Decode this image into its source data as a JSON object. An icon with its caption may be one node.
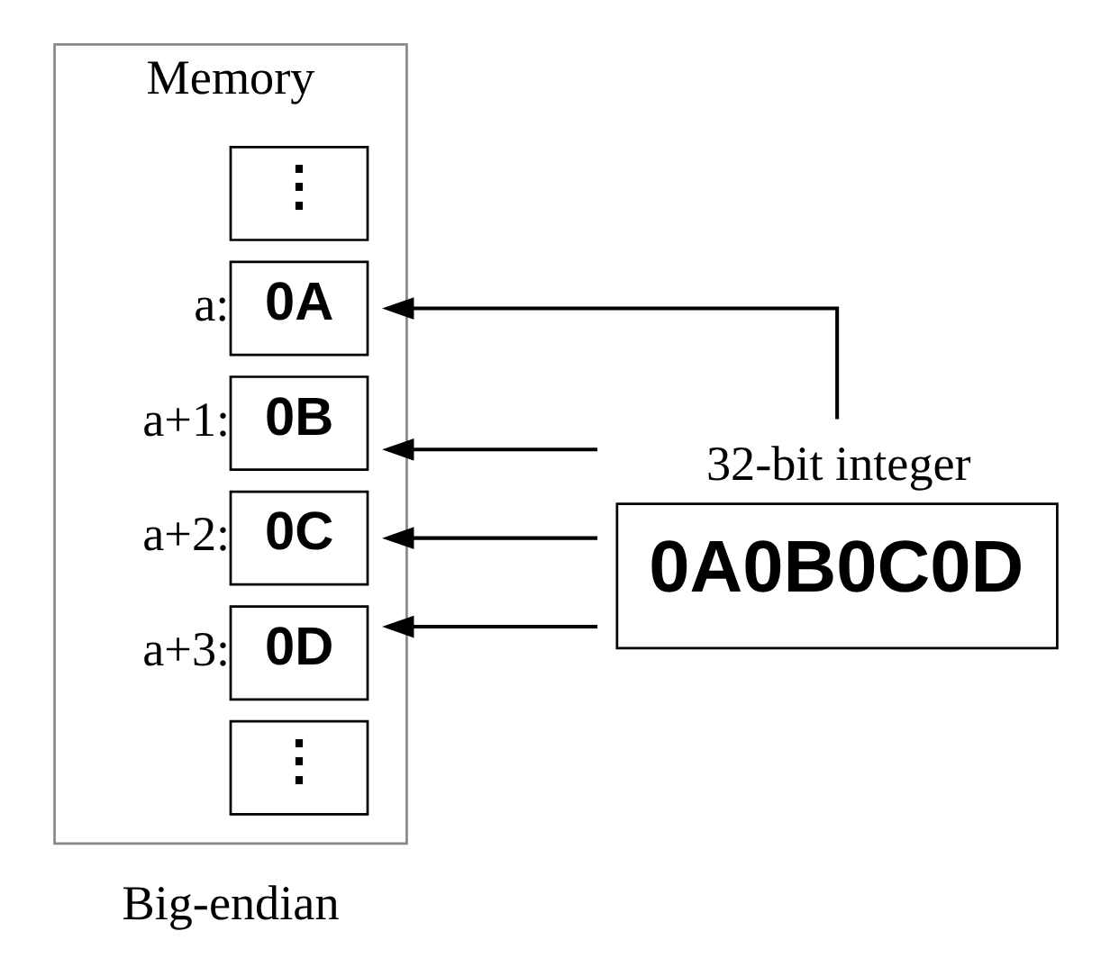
{
  "diagram": {
    "nodes": [
      {
        "text": [
          "0A0B0C0D"
        ],
        "beside": [
          "32-bit integer"
        ]
      },
      {
        "text": [
          "Memory"
        ]
      },
      {
        "text": [
          "⋮"
        ],
        "in": 1
      },
      {
        "text": [
          "0A"
        ],
        "in": 1,
        "beside": [
          "a:"
        ]
      },
      {
        "text": [
          "0B"
        ],
        "in": 1,
        "beside": [
          "a+1:"
        ]
      },
      {
        "text": [
          "0C"
        ],
        "in": 1,
        "beside": [
          "a+2:"
        ]
      },
      {
        "text": [
          "0D"
        ],
        "in": 1,
        "beside": [
          "a+3:"
        ]
      },
      {
        "text": [
          "⋮"
        ],
        "in": 1
      }
    ],
    "edges": [
      {
        "from": 0,
        "to": 3,
        "arrow": "to"
      },
      {
        "from": 0,
        "to": 4,
        "arrow": "to"
      },
      {
        "from": 0,
        "to": 5,
        "arrow": "to"
      },
      {
        "from": 0,
        "to": 6,
        "arrow": "to"
      }
    ],
    "labels": [
      "Big-endian"
    ]
  }
}
